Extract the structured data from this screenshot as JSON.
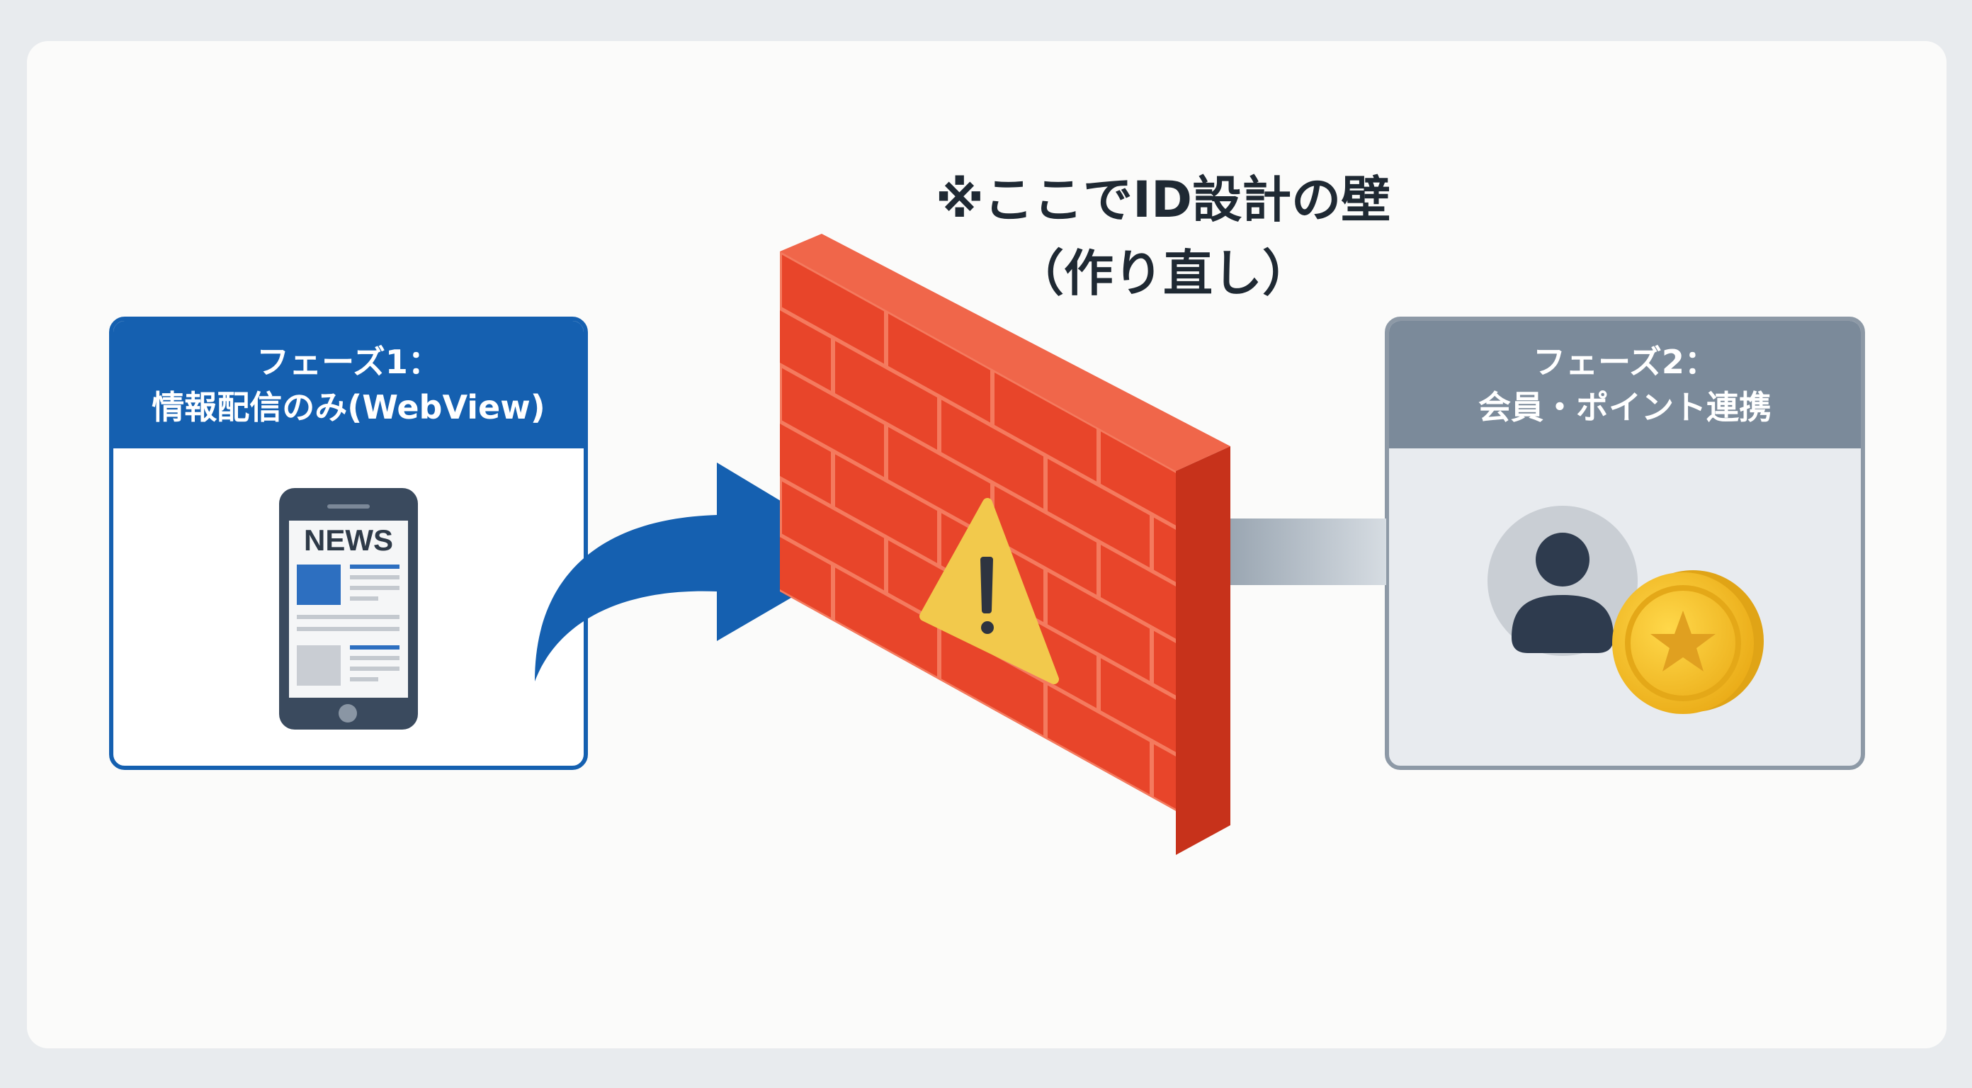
{
  "title": {
    "line1": "※ここでID設計の壁",
    "line2": "（作り直し）"
  },
  "phase1": {
    "line1": "フェーズ1：",
    "line2": "情報配信のみ(WebView)",
    "phone_text": "NEWS"
  },
  "phase2": {
    "line1": "フェーズ2：",
    "line2": "会員・ポイント連携"
  },
  "colors": {
    "blue": "#1560b0",
    "gray_header": "#7b8a9a",
    "brick": "#e8452a",
    "warning": "#f2c94c",
    "coin": "#f0b51e"
  }
}
